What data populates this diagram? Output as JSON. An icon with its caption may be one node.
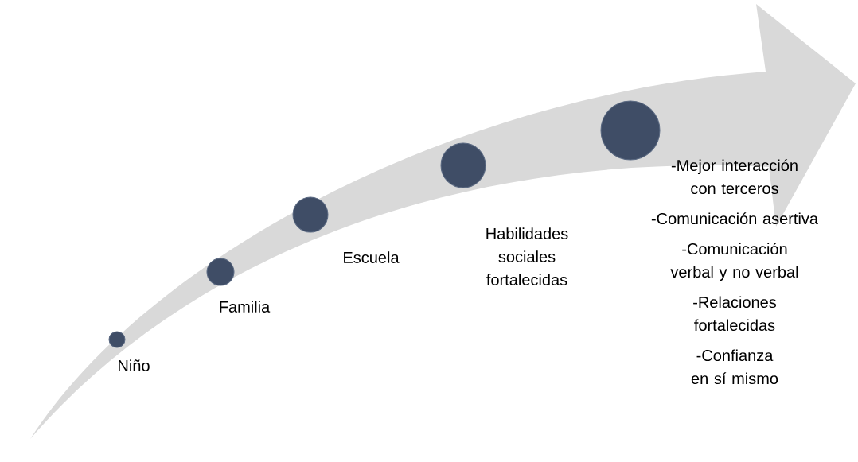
{
  "diagram": {
    "nodes": [
      {
        "text": [
          "Niño"
        ]
      },
      {
        "text": [
          "Familia"
        ]
      },
      {
        "text": [
          "Escuela"
        ]
      },
      {
        "text": [
          "Habilidades sociales fortalecidas"
        ]
      },
      {
        "text": [],
        "shape": "circle"
      },
      {
        "text": [
          "-Mejor interacción con terceros",
          "-Comunicación asertiva",
          "-Comunicación verbal y no verbal",
          "-Relaciones fortalecidas",
          "-Confianza en sí mismo"
        ]
      }
    ]
  }
}
